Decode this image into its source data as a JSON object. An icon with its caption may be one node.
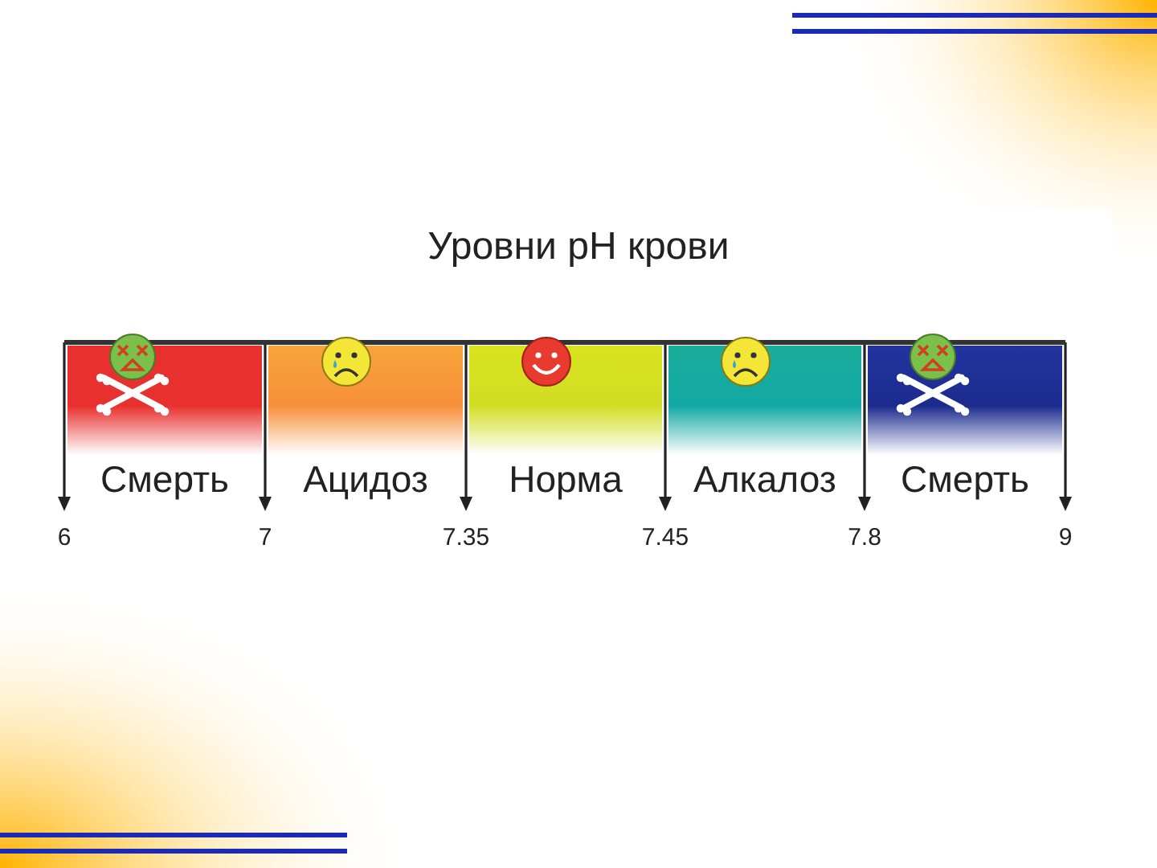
{
  "diagram": {
    "title": "Уровни pH крови",
    "nodes": [
      {
        "text": [
          "Смерть"
        ]
      },
      {
        "text": [
          "Ацидоз"
        ]
      },
      {
        "text": [
          "Норма"
        ]
      },
      {
        "text": [
          "Алкалоз"
        ]
      },
      {
        "text": [
          "Смерть"
        ]
      }
    ],
    "labels": [
      "6",
      "7",
      "7.35",
      "7.45",
      "7.8",
      "9"
    ]
  }
}
